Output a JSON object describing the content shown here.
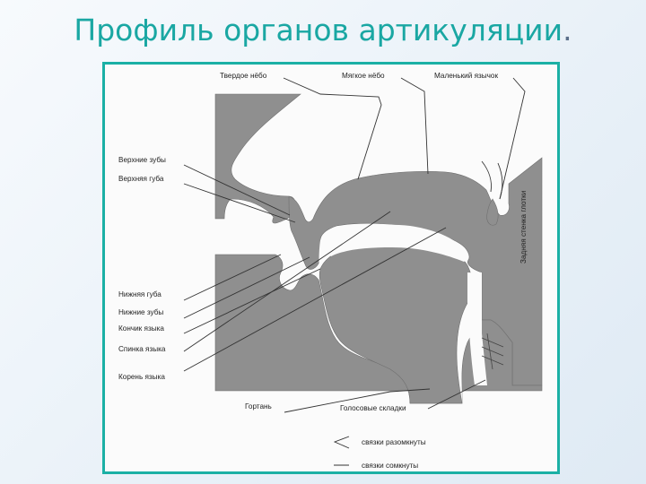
{
  "title": "Профиль органов артикуляции",
  "title_punct": ".",
  "colors": {
    "title": "#1aa7a3",
    "frame": "#1bb0a5",
    "tissue": "#8f8f8f",
    "paper": "#fbfbfb"
  },
  "labels": {
    "hard_palate": "Твердое нёбо",
    "soft_palate": "Мягкое нёбо",
    "uvula": "Маленький язычок",
    "upper_teeth": "Верхние зубы",
    "upper_lip": "Верхняя губа",
    "lower_lip": "Нижняя губа",
    "lower_teeth": "Нижние зубы",
    "tongue_tip": "Кончик языка",
    "tongue_back": "Спинка языка",
    "tongue_root": "Корень языка",
    "pharynx_wall": "Задняя стенка глотки",
    "larynx": "Гортань",
    "vocal_folds": "Голосовые складки"
  },
  "legend": {
    "open": "связки разомкнуты",
    "closed": "связки сомкнуты"
  }
}
